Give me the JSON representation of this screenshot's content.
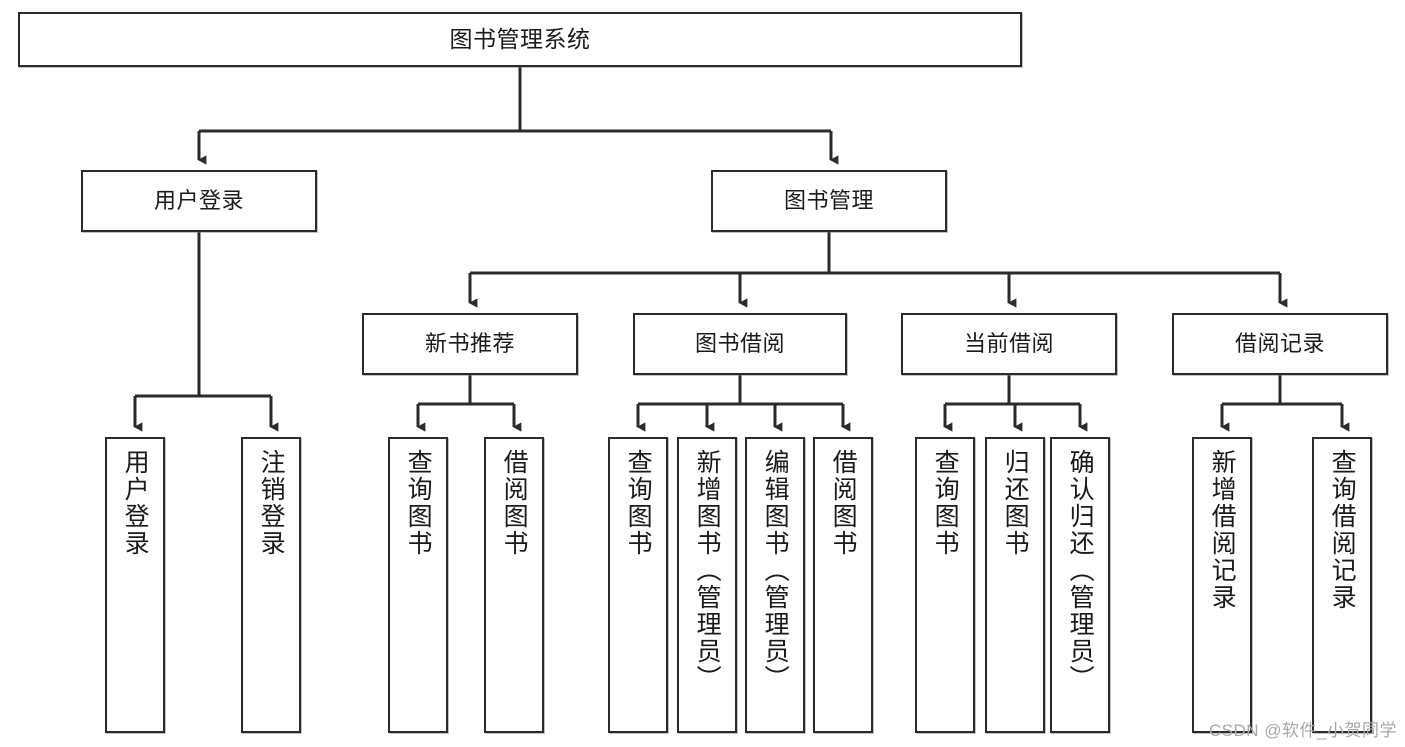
{
  "diagram": {
    "title": "图书管理系统",
    "type": "hierarchy-tree",
    "levels": 4,
    "nodes": {
      "root": {
        "label": "图书管理系统"
      },
      "level1": [
        {
          "id": "user-login",
          "label": "用户登录"
        },
        {
          "id": "book-management",
          "label": "图书管理"
        }
      ],
      "level2": [
        {
          "id": "new-book-recommend",
          "label": "新书推荐",
          "parent": "book-management"
        },
        {
          "id": "book-borrow",
          "label": "图书借阅",
          "parent": "book-management"
        },
        {
          "id": "current-borrow",
          "label": "当前借阅",
          "parent": "book-management"
        },
        {
          "id": "borrow-record",
          "label": "借阅记录",
          "parent": "book-management"
        }
      ],
      "level3": [
        {
          "id": "leaf-user-login",
          "label": "用户登录",
          "parent": "user-login"
        },
        {
          "id": "leaf-logout",
          "label": "注销登录",
          "parent": "user-login"
        },
        {
          "id": "leaf-query-book-1",
          "label": "查询图书",
          "parent": "new-book-recommend"
        },
        {
          "id": "leaf-borrow-book-1",
          "label": "借阅图书",
          "parent": "new-book-recommend"
        },
        {
          "id": "leaf-query-book-2",
          "label": "查询图书",
          "parent": "book-borrow"
        },
        {
          "id": "leaf-add-book",
          "label": "新增图书（管理员）",
          "parent": "book-borrow"
        },
        {
          "id": "leaf-edit-book",
          "label": "编辑图书（管理员）",
          "parent": "book-borrow"
        },
        {
          "id": "leaf-borrow-book-2",
          "label": "借阅图书",
          "parent": "book-borrow"
        },
        {
          "id": "leaf-query-book-3",
          "label": "查询图书",
          "parent": "current-borrow"
        },
        {
          "id": "leaf-return-book",
          "label": "归还图书",
          "parent": "current-borrow"
        },
        {
          "id": "leaf-confirm-return",
          "label": "确认归还（管理员）",
          "parent": "current-borrow"
        },
        {
          "id": "leaf-add-record",
          "label": "新增借阅记录",
          "parent": "borrow-record"
        },
        {
          "id": "leaf-query-record",
          "label": "查询借阅记录",
          "parent": "borrow-record"
        }
      ]
    },
    "colors": {
      "border": "#2b2b2b",
      "text": "#1a1a1a",
      "background": "#ffffff",
      "edge": "#2b2b2b",
      "watermark": "#a8a8a8"
    }
  },
  "watermark": {
    "text": "CSDN @软件_小贺同学"
  }
}
